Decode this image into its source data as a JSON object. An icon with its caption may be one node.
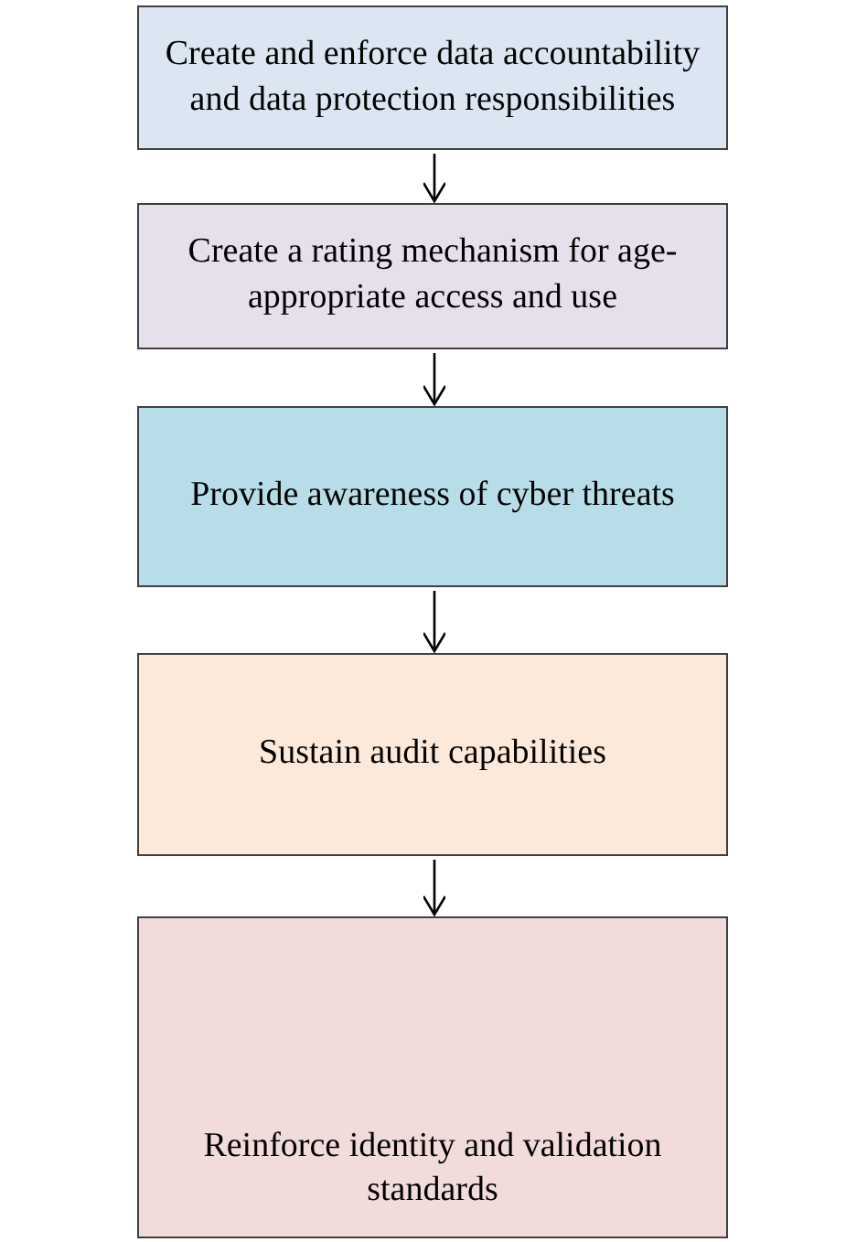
{
  "diagram": {
    "nodes": [
      {
        "text": [
          "Create and enforce data accountability and data protection responsibilities"
        ]
      },
      {
        "text": [
          "Create a rating mechanism for age-appropriate access and use"
        ]
      },
      {
        "text": [
          "Provide awareness of cyber threats"
        ]
      },
      {
        "text": [
          "Sustain audit capabilities"
        ]
      },
      {
        "text": [
          "Reinforce identity and validation standards"
        ]
      }
    ],
    "edges": [
      {
        "from": 0,
        "to": 1,
        "arrow": "to"
      },
      {
        "from": 1,
        "to": 2,
        "arrow": "to"
      },
      {
        "from": 2,
        "to": 3,
        "arrow": "to"
      },
      {
        "from": 3,
        "to": 4,
        "arrow": "to"
      }
    ]
  }
}
